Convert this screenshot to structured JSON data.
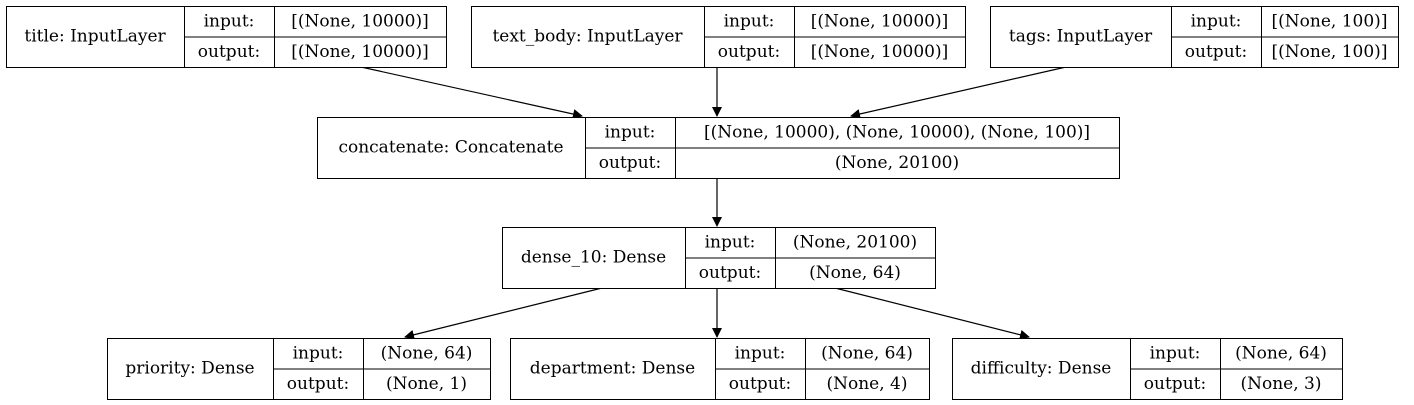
{
  "diagram": {
    "type": "keras-model-plot",
    "colors": {
      "line": "#000000",
      "background": "#ffffff",
      "text": "#000000"
    },
    "labels": {
      "input": "input:",
      "output": "output:"
    },
    "nodes": [
      {
        "id": "title",
        "label": "title: InputLayer",
        "input": "[(None, 10000)]",
        "output": "[(None, 10000)]"
      },
      {
        "id": "text_body",
        "label": "text_body: InputLayer",
        "input": "[(None, 10000)]",
        "output": "[(None, 10000)]"
      },
      {
        "id": "tags",
        "label": "tags: InputLayer",
        "input": "[(None, 100)]",
        "output": "[(None, 100)]"
      },
      {
        "id": "concatenate",
        "label": "concatenate: Concatenate",
        "input": "[(None, 10000), (None, 10000), (None, 100)]",
        "output": "(None, 20100)"
      },
      {
        "id": "dense_10",
        "label": "dense_10: Dense",
        "input": "(None, 20100)",
        "output": "(None, 64)"
      },
      {
        "id": "priority",
        "label": "priority: Dense",
        "input": "(None, 64)",
        "output": "(None, 1)"
      },
      {
        "id": "department",
        "label": "department: Dense",
        "input": "(None, 64)",
        "output": "(None, 4)"
      },
      {
        "id": "difficulty",
        "label": "difficulty: Dense",
        "input": "(None, 64)",
        "output": "(None, 3)"
      }
    ],
    "edges": [
      {
        "from": "title",
        "to": "concatenate"
      },
      {
        "from": "text_body",
        "to": "concatenate"
      },
      {
        "from": "tags",
        "to": "concatenate"
      },
      {
        "from": "concatenate",
        "to": "dense_10"
      },
      {
        "from": "dense_10",
        "to": "priority"
      },
      {
        "from": "dense_10",
        "to": "department"
      },
      {
        "from": "dense_10",
        "to": "difficulty"
      }
    ]
  }
}
